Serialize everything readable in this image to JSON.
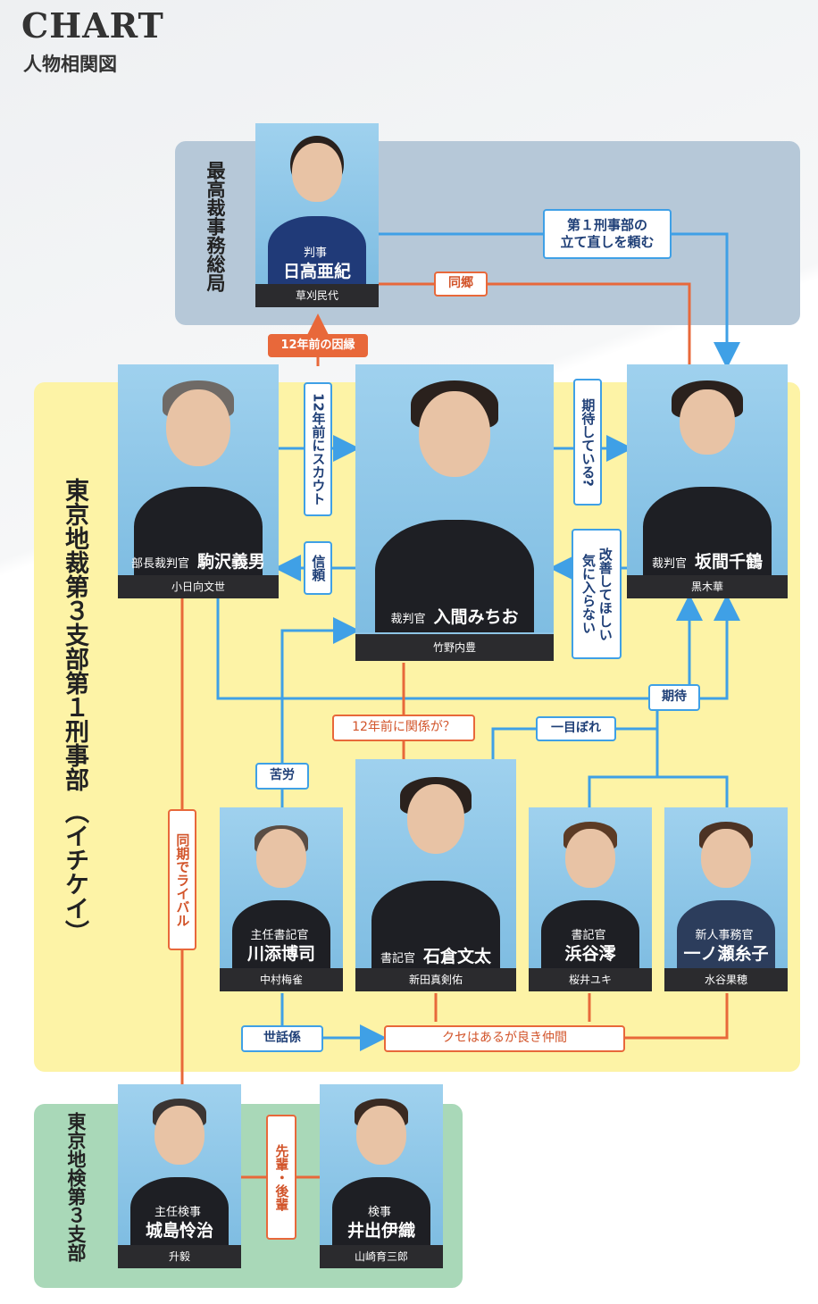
{
  "header": {
    "title_en": "CHART",
    "title_jp": "人物相関図"
  },
  "groups": {
    "supreme": "最高裁事務総局",
    "district_court": "東京地裁第３支部第１刑事部 （イチケイ）",
    "prosecutors": "東京地検第３支部"
  },
  "people": {
    "hidaka": {
      "role": "判事",
      "name": "日高亜紀",
      "actor": "草刈民代"
    },
    "komazawa": {
      "role": "部長裁判官",
      "name": "駒沢義男",
      "actor": "小日向文世"
    },
    "iruma": {
      "role": "裁判官",
      "name": "入間みちお",
      "actor": "竹野内豊"
    },
    "sakama": {
      "role": "裁判官",
      "name": "坂間千鶴",
      "actor": "黒木華"
    },
    "kawazoe": {
      "role": "主任書記官",
      "name": "川添博司",
      "actor": "中村梅雀"
    },
    "ishikura": {
      "role": "書記官",
      "name": "石倉文太",
      "actor": "新田真剣佑"
    },
    "hamaya": {
      "role": "書記官",
      "name": "浜谷澪",
      "actor": "桜井ユキ"
    },
    "ichinose": {
      "role": "新人事務官",
      "name": "一ノ瀬糸子",
      "actor": "水谷果穂"
    },
    "jojima": {
      "role": "主任検事",
      "name": "城島怜治",
      "actor": "升毅"
    },
    "ide": {
      "role": "検事",
      "name": "井出伊織",
      "actor": "山崎育三郎"
    }
  },
  "relations": {
    "rebuild": "第１刑事部の\n立て直しを頼む",
    "hometown": "同郷",
    "fate12": "12年前の因縁",
    "scout": "12年前にスカウト",
    "expect_q": "期待している?",
    "trust": "信頼",
    "improve": "改善してほしい\n気に入らない",
    "expect": "期待",
    "related12": "12年前に関係が？",
    "crush": "一目ぼれ",
    "trouble": "苦労",
    "rival": "同期でライバル",
    "caretaker": "世話係",
    "good_friends": "クセはあるが良き仲間",
    "senpai": "先輩・後輩"
  },
  "colors": {
    "blue": "#3fa0e6",
    "orange": "#e8683a",
    "supreme_bg": "#b6c8d8",
    "court_bg": "#fdf3a6",
    "pros_bg": "#a9d8b8"
  }
}
